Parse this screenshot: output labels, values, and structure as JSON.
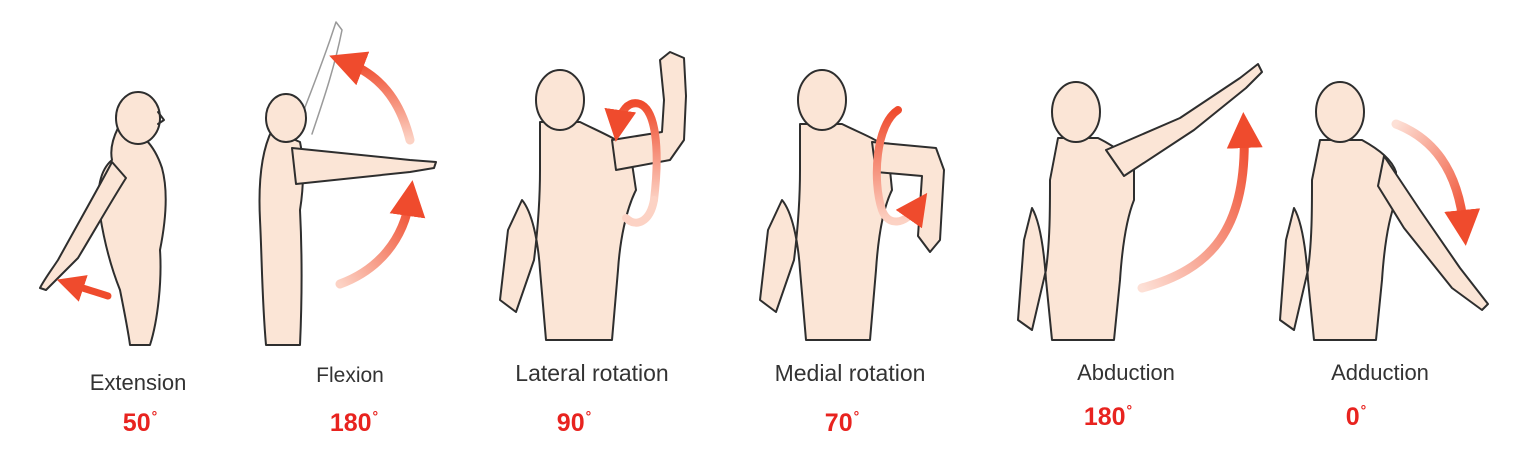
{
  "figure": {
    "skin_color": "#fbe5d6",
    "outline_color": "#2e2e2e",
    "arrow_color": "#ef4b2d",
    "arrow_fade_color": "#fcd2c4",
    "value_color": "#e8231f",
    "movements": [
      {
        "label": "Extension",
        "degrees": "50",
        "unit": "°"
      },
      {
        "label": "Flexion",
        "degrees": "180",
        "unit": "°"
      },
      {
        "label": "Lateral rotation",
        "degrees": "90",
        "unit": "°"
      },
      {
        "label": "Medial rotation",
        "degrees": "70",
        "unit": "°"
      },
      {
        "label": "Abduction",
        "degrees": "180",
        "unit": "°"
      },
      {
        "label": "Adduction",
        "degrees": "0",
        "unit": "°"
      }
    ]
  }
}
